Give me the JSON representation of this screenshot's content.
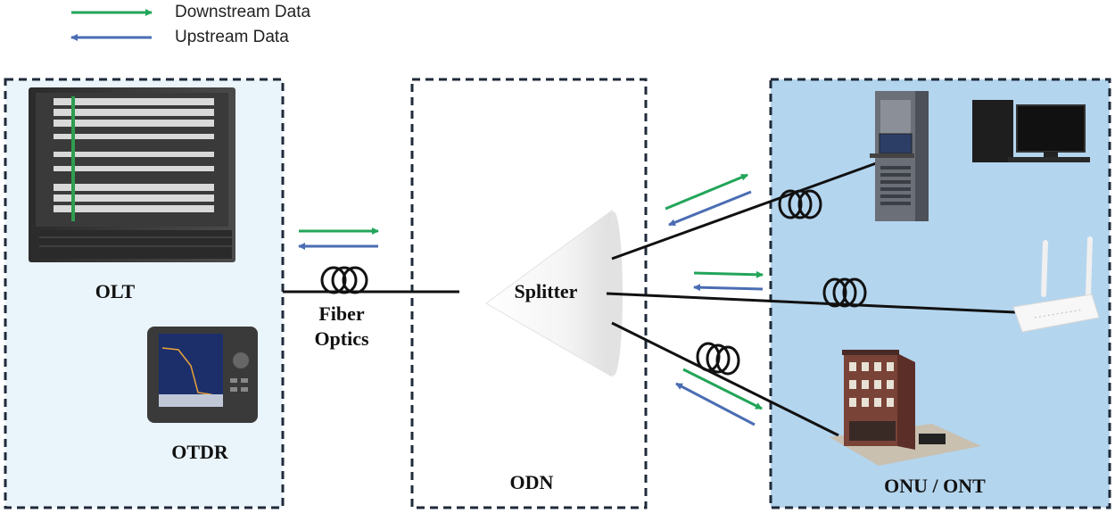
{
  "legend": {
    "downstream_label": "Downstream Data",
    "upstream_label": "Upstream Data"
  },
  "colors": {
    "downstream": "#22a559",
    "upstream": "#4a6db3",
    "border": "#1f2a3a",
    "olt_box_fill": "#eaf4fb",
    "onu_box_fill": "#b4d5ee",
    "fiber_line": "#111111"
  },
  "sections": {
    "olt_label": "OLT",
    "otdr_label": "OTDR",
    "fiber_label_line1": "Fiber",
    "fiber_label_line2": "Optics",
    "splitter_label": "Splitter",
    "odn_label": "ODN",
    "onu_label": "ONU / ONT"
  },
  "devices": {
    "olt": "olt-rack-image",
    "otdr": "otdr-device-image",
    "server": "server-rack-image",
    "desktop": "desktop-computer-image",
    "router": "wireless-router-image",
    "building": "apartment-building-image"
  }
}
